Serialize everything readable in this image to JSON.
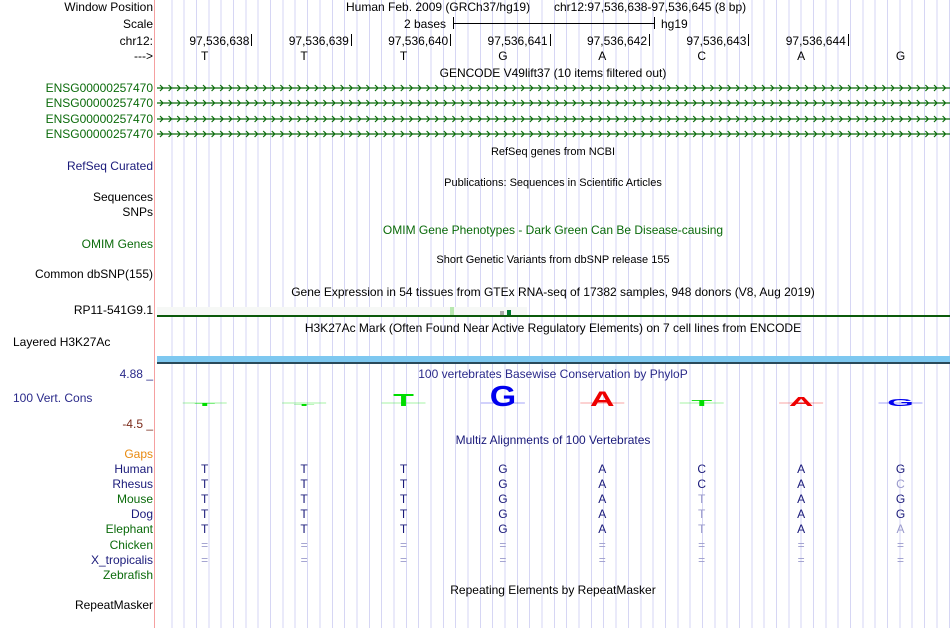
{
  "header": {
    "labels": {
      "window_position": "Window Position",
      "scale": "Scale",
      "chrom": "chr12:",
      "strand": "--->"
    },
    "assembly": "Human Feb. 2009 (GRCh37/hg19)",
    "position": "chr12:97,536,638-97,536,645 (8 bp)",
    "scale_text": "2 bases",
    "scale_db": "hg19",
    "coords": [
      "97,536,638",
      "97,536,639",
      "97,536,640",
      "97,536,641",
      "97,536,642",
      "97,536,643",
      "97,536,644"
    ],
    "bases": [
      "T",
      "T",
      "T",
      "G",
      "A",
      "C",
      "A",
      "G"
    ]
  },
  "tracks": {
    "gencode": {
      "title": "GENCODE V49lift37 (10 items filtered out)",
      "items": [
        "ENSG00000257470",
        "ENSG00000257470",
        "ENSG00000257470",
        "ENSG00000257470"
      ],
      "color": "#0b6b0b"
    },
    "refseq": {
      "title": "RefSeq genes from NCBI",
      "label": "RefSeq Curated"
    },
    "publications": {
      "title": "Publications: Sequences in Scientific Articles",
      "label": "Sequences"
    },
    "snps_label": "SNPs",
    "omim": {
      "title": "OMIM Gene Phenotypes - Dark Green Can Be Disease-causing",
      "label": "OMIM Genes"
    },
    "dbsnp": {
      "title": "Short Genetic Variants from dbSNP release 155",
      "label": "Common dbSNP(155)"
    },
    "gtex": {
      "title": "Gene Expression in 54 tissues from GTEx RNA-seq of 17382 samples, 948 donors (V8, Aug 2019)",
      "label": "RP11-541G9.1"
    },
    "h3k27ac": {
      "title": "H3K27Ac Mark (Often Found Near Active Regulatory Elements) on 7 cell lines from ENCODE",
      "label": "Layered H3K27Ac",
      "color": "#7ec8f0"
    },
    "phylop": {
      "title": "100 vertebrates Basewise Conservation by PhyloP",
      "label": "100 Vert. Cons",
      "max": "4.88 _",
      "min": "-4.5 _",
      "logo": [
        {
          "base": "T",
          "color": "#00dd00",
          "score": 0.15
        },
        {
          "base": "T",
          "color": "#00dd00",
          "score": 0.08
        },
        {
          "base": "T",
          "color": "#00dd00",
          "score": 0.6
        },
        {
          "base": "G",
          "color": "#0000ee",
          "score": 1.0
        },
        {
          "base": "A",
          "color": "#ee0000",
          "score": 0.75
        },
        {
          "base": "T",
          "color": "#00dd00",
          "score": 0.3
        },
        {
          "base": "A",
          "color": "#ee0000",
          "score": 0.45
        },
        {
          "base": "G",
          "color": "#0000ee",
          "score": 0.35
        }
      ]
    },
    "multiz": {
      "title": "Multiz Alignments of 100 Vertebrates",
      "gaps_label": "Gaps",
      "species": [
        {
          "name": "Human",
          "color": "#1a1a7a",
          "bases": [
            "T",
            "T",
            "T",
            "G",
            "A",
            "C",
            "A",
            "G"
          ],
          "dim": [
            0,
            0,
            0,
            0,
            0,
            0,
            0,
            0
          ]
        },
        {
          "name": "Rhesus",
          "color": "#1a1a7a",
          "bases": [
            "T",
            "T",
            "T",
            "G",
            "A",
            "C",
            "A",
            "C"
          ],
          "dim": [
            0,
            0,
            0,
            0,
            0,
            0,
            0,
            1
          ]
        },
        {
          "name": "Mouse",
          "color": "#0b6b0b",
          "bases": [
            "T",
            "T",
            "T",
            "G",
            "A",
            "T",
            "A",
            "G"
          ],
          "dim": [
            0,
            0,
            0,
            0,
            0,
            1,
            0,
            0
          ]
        },
        {
          "name": "Dog",
          "color": "#1a1a7a",
          "bases": [
            "T",
            "T",
            "T",
            "G",
            "A",
            "T",
            "A",
            "G"
          ],
          "dim": [
            0,
            0,
            0,
            0,
            0,
            1,
            0,
            0
          ]
        },
        {
          "name": "Elephant",
          "color": "#0b6b0b",
          "bases": [
            "T",
            "T",
            "T",
            "G",
            "A",
            "T",
            "A",
            "A"
          ],
          "dim": [
            0,
            0,
            0,
            0,
            0,
            1,
            0,
            1
          ]
        },
        {
          "name": "Chicken",
          "color": "#0b6b0b",
          "bases": [
            "=",
            "=",
            "=",
            "=",
            "=",
            "=",
            "=",
            "="
          ],
          "dim": [
            1,
            1,
            1,
            1,
            1,
            1,
            1,
            1
          ]
        },
        {
          "name": "X_tropicalis",
          "color": "#1a1a7a",
          "bases": [
            "=",
            "=",
            "=",
            "=",
            "=",
            "=",
            "=",
            "="
          ],
          "dim": [
            1,
            1,
            1,
            1,
            1,
            1,
            1,
            1
          ]
        },
        {
          "name": "Zebrafish",
          "color": "#0b6b0b",
          "bases": [
            "",
            "",
            "",
            "",
            "",
            "",
            "",
            ""
          ],
          "dim": [
            0,
            0,
            0,
            0,
            0,
            0,
            0,
            0
          ]
        }
      ]
    },
    "repeatmasker": {
      "title": "Repeating Elements by RepeatMasker",
      "label": "RepeatMasker"
    }
  }
}
